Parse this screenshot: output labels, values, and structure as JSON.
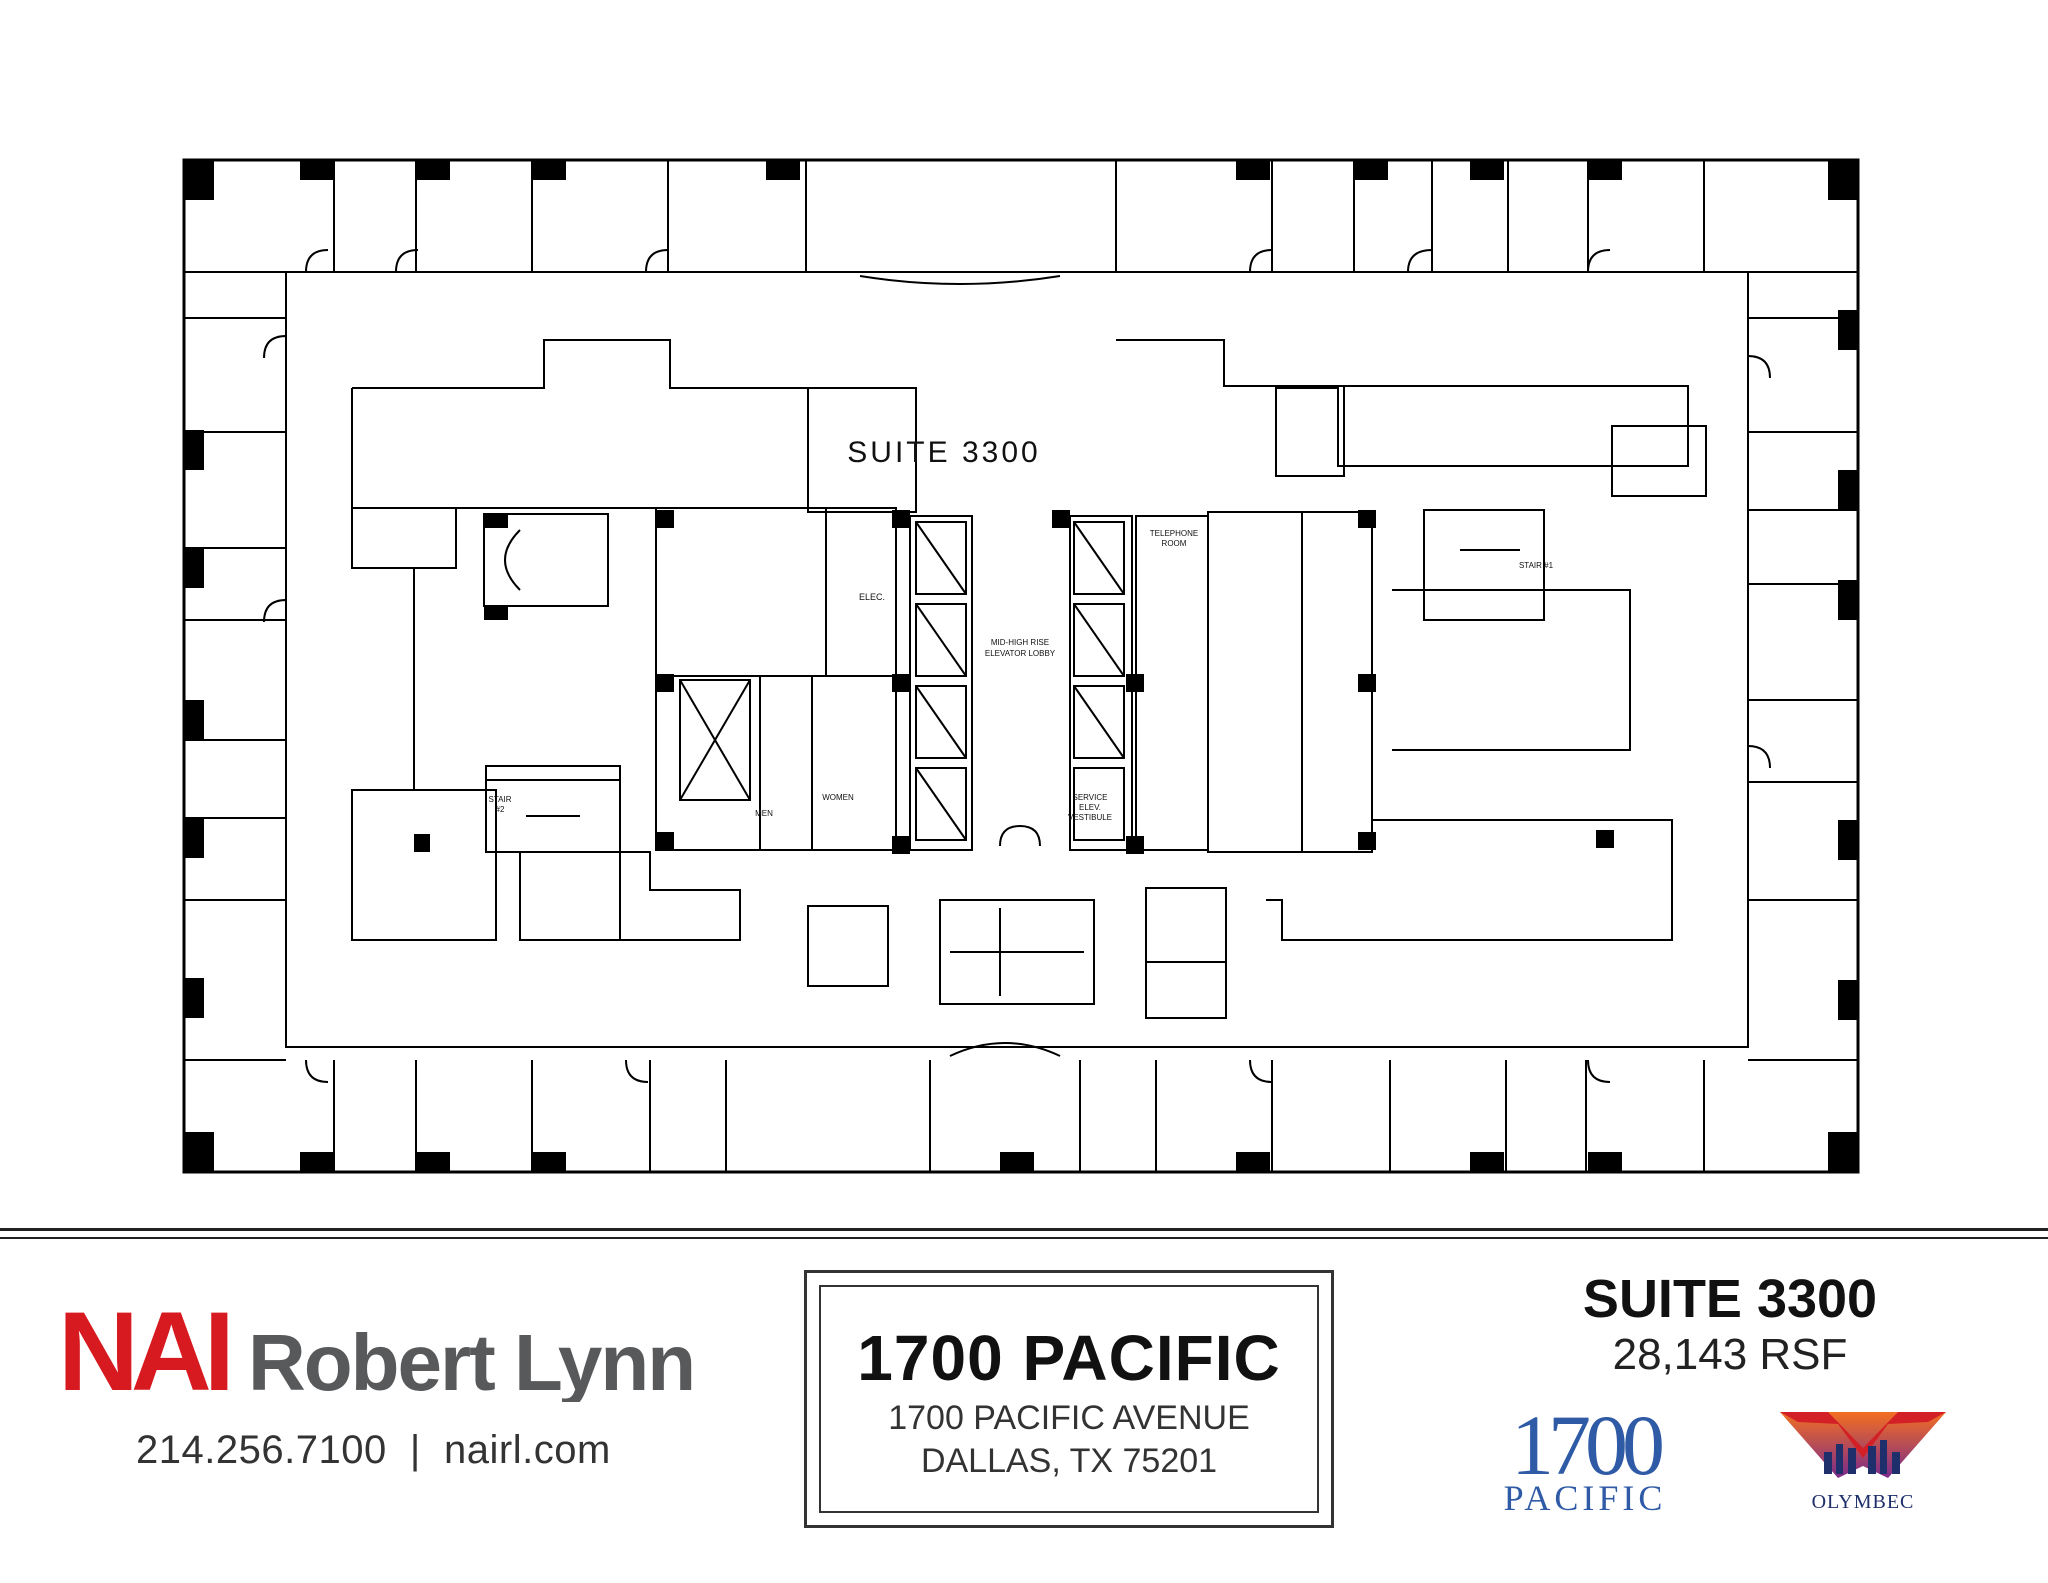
{
  "plan": {
    "suite_label": "SUITE 3300",
    "room_labels": {
      "elec": "ELEC.",
      "lobby_1": "MID-HIGH RISE",
      "lobby_2": "ELEVATOR LOBBY",
      "telephone_1": "TELEPHONE",
      "telephone_2": "ROOM",
      "service_1": "SERVICE",
      "service_2": "ELEV.",
      "service_3": "VESTIBULE",
      "men": "MEN",
      "women": "WOMEN",
      "stair2_1": "STAIR",
      "stair2_2": "#2",
      "stair1": "STAIR #1"
    }
  },
  "broker": {
    "logo_nai": "NAI",
    "logo_name": "Robert Lynn",
    "contact": "214.256.7100  |  nairl.com"
  },
  "property": {
    "name": "1700 PACIFIC",
    "street": "1700 PACIFIC AVENUE",
    "city": "DALLAS, TX 75201"
  },
  "suite": {
    "title": "SUITE 3300",
    "area": "28,143 RSF"
  },
  "logos": {
    "pacific_number": "1700",
    "pacific_word": "PACIFIC",
    "olymbec": "OLYMBEC"
  },
  "colors": {
    "nai_red": "#d71920",
    "nai_gray": "#58595b",
    "pacific_blue": "#2f5aa6",
    "olymbec_red": "#d32027",
    "olymbec_navy": "#1f2f6b"
  }
}
